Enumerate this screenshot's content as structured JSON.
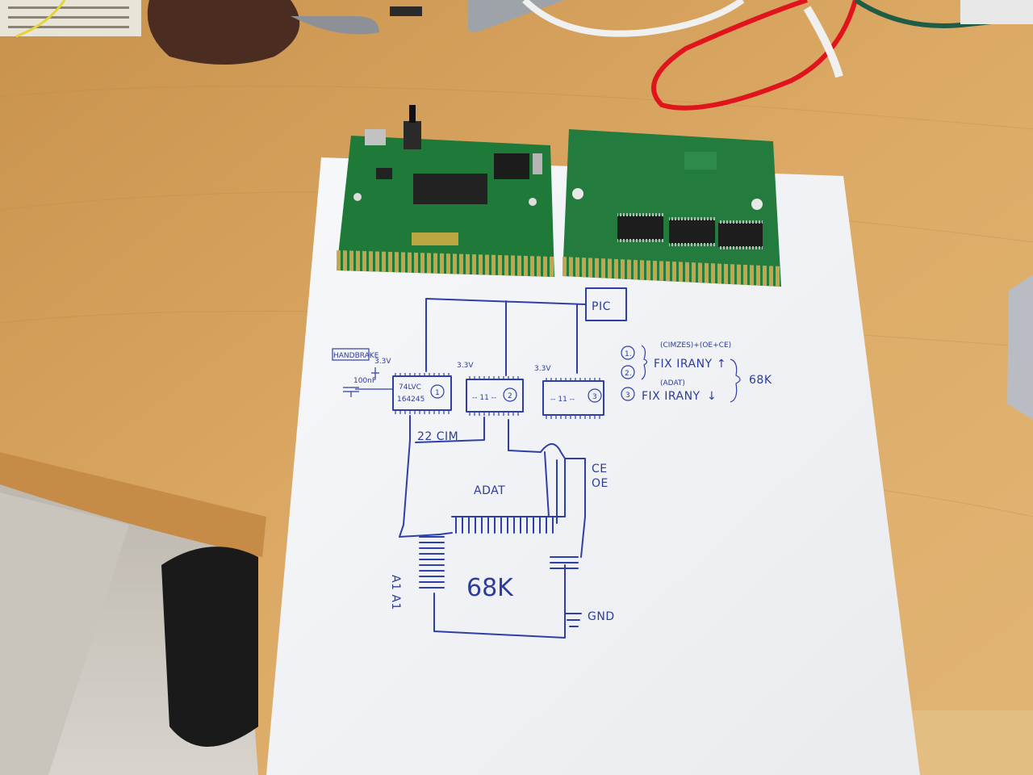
{
  "sketch": {
    "pic_label": "PIC",
    "chip1_line1": "74LVC",
    "chip1_line2": "164245",
    "chip1_num": "1",
    "chip2_text": "-- 11 --",
    "chip2_num": "2",
    "chip3_text": "-- 11 --",
    "chip3_num": "3",
    "volt1": "3.3V",
    "volt2": "3.3V",
    "volt3": "3.3V",
    "cap_label": "100nF",
    "handbrake_label": "HANDBRAKE",
    "bus_label": "22 CIM",
    "ce_label": "CE",
    "oe_label": "OE",
    "adat_label": "ADAT",
    "cpu_label": "68K",
    "gnd_label": "GND",
    "left_pin_label": "A1\nA1",
    "legend_top_note": "(CIMZES)+(OE+CE)",
    "legend_1": "1.",
    "legend_2": "2.",
    "legend_3": "3",
    "legend_fix1": "FIX IRANY",
    "legend_adat_note": "(ADAT)",
    "legend_fix2": "FIX IRANY",
    "legend_68k": "68K",
    "arrow_up": "↑",
    "arrow_down": "↓"
  },
  "colors": {
    "desk": "#d7a55e",
    "paper": "#f4f5f7",
    "pcb": "#1f7a3a",
    "ink": "#2f3fa8",
    "red_cable": "#e0141c",
    "gold_pins": "#c9a84e"
  }
}
